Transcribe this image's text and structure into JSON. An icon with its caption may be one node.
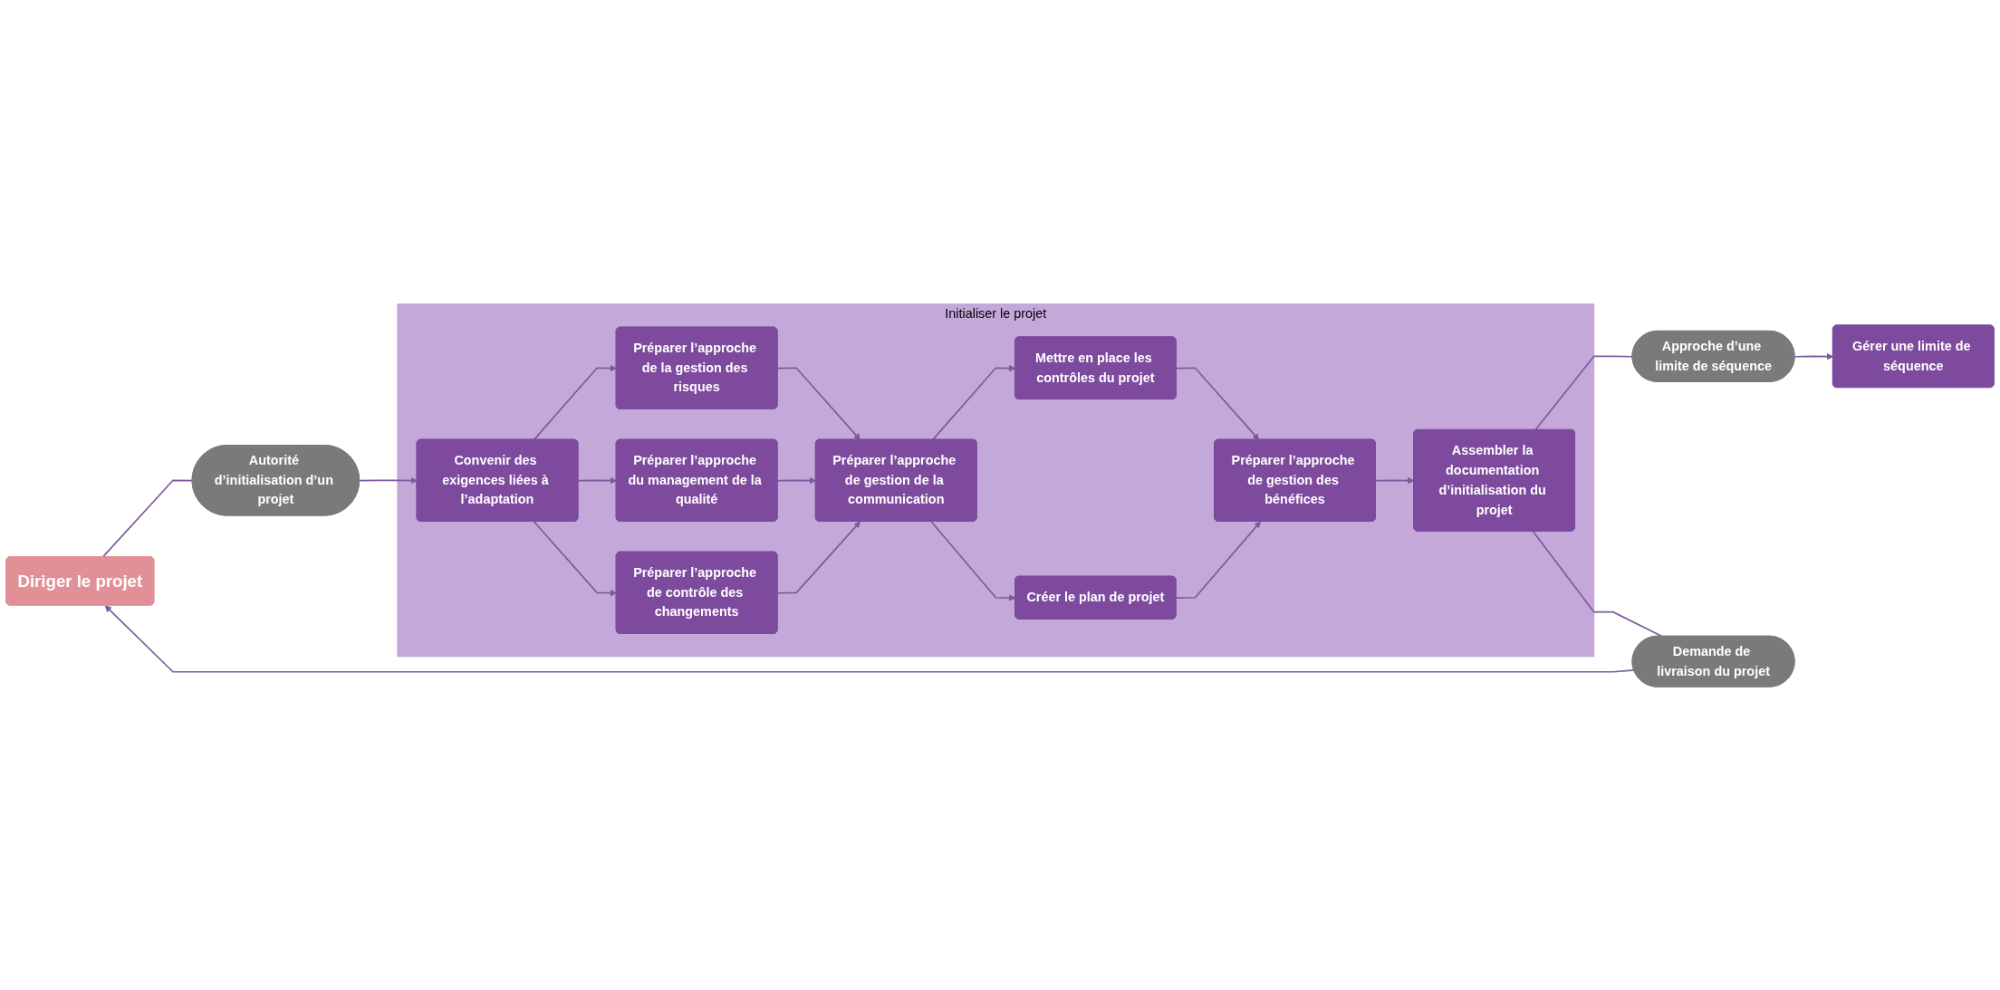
{
  "diagram": {
    "nodes": [
      {
        "text": [
          "Diriger le projet"
        ]
      },
      {
        "text": [
          "Gérer une limite de séquence"
        ]
      },
      {
        "text": [
          "Autorité d’initialisation d’un projet"
        ]
      },
      {
        "text": [
          "Approche d’une limite de séquence"
        ]
      },
      {
        "text": [
          "Initialiser le projet"
        ]
      },
      {
        "text": [
          "Convenir des exigences liées à l’adaptation"
        ],
        "in": 4
      },
      {
        "text": [
          "Préparer l’approche de la gestion des risques"
        ],
        "in": 4
      },
      {
        "text": [
          "Préparer l’approche du management de la qualité"
        ],
        "in": 4
      },
      {
        "text": [
          "Préparer l’approche de contrôle des changements"
        ],
        "in": 4
      },
      {
        "text": [
          "Préparer l’approche de gestion de la communication"
        ],
        "in": 4
      },
      {
        "text": [
          "Mettre en place les contrôles du projet"
        ],
        "in": 4
      },
      {
        "text": [
          "Créer le plan de projet"
        ],
        "in": 4
      },
      {
        "text": [
          "Préparer l’approche de gestion des bénéfices"
        ],
        "in": 4
      },
      {
        "text": [
          "Assembler la documentation d’initialisation du projet"
        ],
        "in": 4
      },
      {
        "text": [
          "Demande de livraison du projet"
        ]
      }
    ],
    "edges": [
      {
        "from": 0,
        "to": 2,
        "arrow": "none"
      },
      {
        "from": 2,
        "to": 5,
        "arrow": "to"
      },
      {
        "from": 5,
        "to": 6,
        "arrow": "to"
      },
      {
        "from": 5,
        "to": 7,
        "arrow": "to"
      },
      {
        "from": 5,
        "to": 8,
        "arrow": "to"
      },
      {
        "from": 6,
        "to": 9,
        "arrow": "to"
      },
      {
        "from": 7,
        "to": 9,
        "arrow": "to"
      },
      {
        "from": 8,
        "to": 9,
        "arrow": "to"
      },
      {
        "from": 9,
        "to": 10,
        "arrow": "to"
      },
      {
        "from": 9,
        "to": 11,
        "arrow": "to"
      },
      {
        "from": 10,
        "to": 12,
        "arrow": "to"
      },
      {
        "from": 11,
        "to": 12,
        "arrow": "to"
      },
      {
        "from": 12,
        "to": 13,
        "arrow": "to"
      },
      {
        "from": 13,
        "to": 3,
        "arrow": "none"
      },
      {
        "from": 3,
        "to": 1,
        "arrow": "to"
      },
      {
        "from": 13,
        "to": 14,
        "arrow": "none"
      },
      {
        "from": 14,
        "to": 0,
        "arrow": "to"
      }
    ]
  }
}
